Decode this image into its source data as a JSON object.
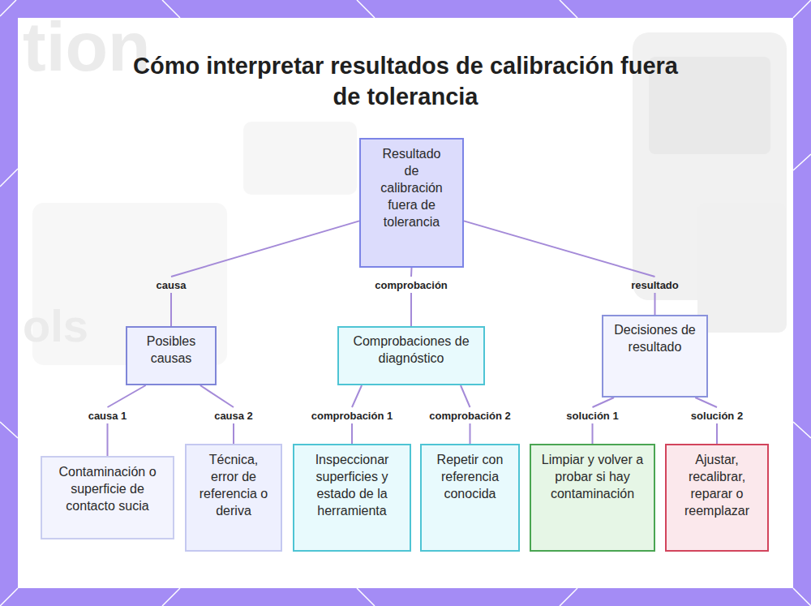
{
  "diagram": {
    "title": "Cómo interpretar resultados de calibración fuera de tolerancia",
    "nodes": [
      {
        "text": [
          "Resultado de calibración fuera de tolerancia"
        ]
      },
      {
        "text": [
          "Posibles causas"
        ]
      },
      {
        "text": [
          "Comprobaciones de diagnóstico"
        ]
      },
      {
        "text": [
          "Decisiones de resultado"
        ]
      },
      {
        "text": [
          "Contaminación o superficie de contacto sucia"
        ]
      },
      {
        "text": [
          "Técnica, error de referencia o deriva"
        ]
      },
      {
        "text": [
          "Inspeccionar superficies y estado de la herramienta"
        ]
      },
      {
        "text": [
          "Repetir con referencia conocida"
        ]
      },
      {
        "text": [
          "Limpiar y volver a probar si hay contaminación"
        ]
      },
      {
        "text": [
          "Ajustar, recalibrar, reparar o reemplazar"
        ]
      }
    ],
    "edges": [
      {
        "from": 0,
        "to": 1,
        "label": "causa",
        "arrow": "none"
      },
      {
        "from": 0,
        "to": 2,
        "label": "comprobación",
        "arrow": "none"
      },
      {
        "from": 0,
        "to": 3,
        "label": "resultado",
        "arrow": "none"
      },
      {
        "from": 1,
        "to": 4,
        "label": "causa 1",
        "arrow": "none"
      },
      {
        "from": 1,
        "to": 5,
        "label": "causa 2",
        "arrow": "none"
      },
      {
        "from": 2,
        "to": 6,
        "label": "comprobación 1",
        "arrow": "none"
      },
      {
        "from": 2,
        "to": 7,
        "label": "comprobación 2",
        "arrow": "none"
      },
      {
        "from": 3,
        "to": 8,
        "label": "solución 1",
        "arrow": "none"
      },
      {
        "from": 3,
        "to": 9,
        "label": "solución 2",
        "arrow": "none"
      }
    ],
    "labels": [
      "tion",
      "ols"
    ]
  }
}
